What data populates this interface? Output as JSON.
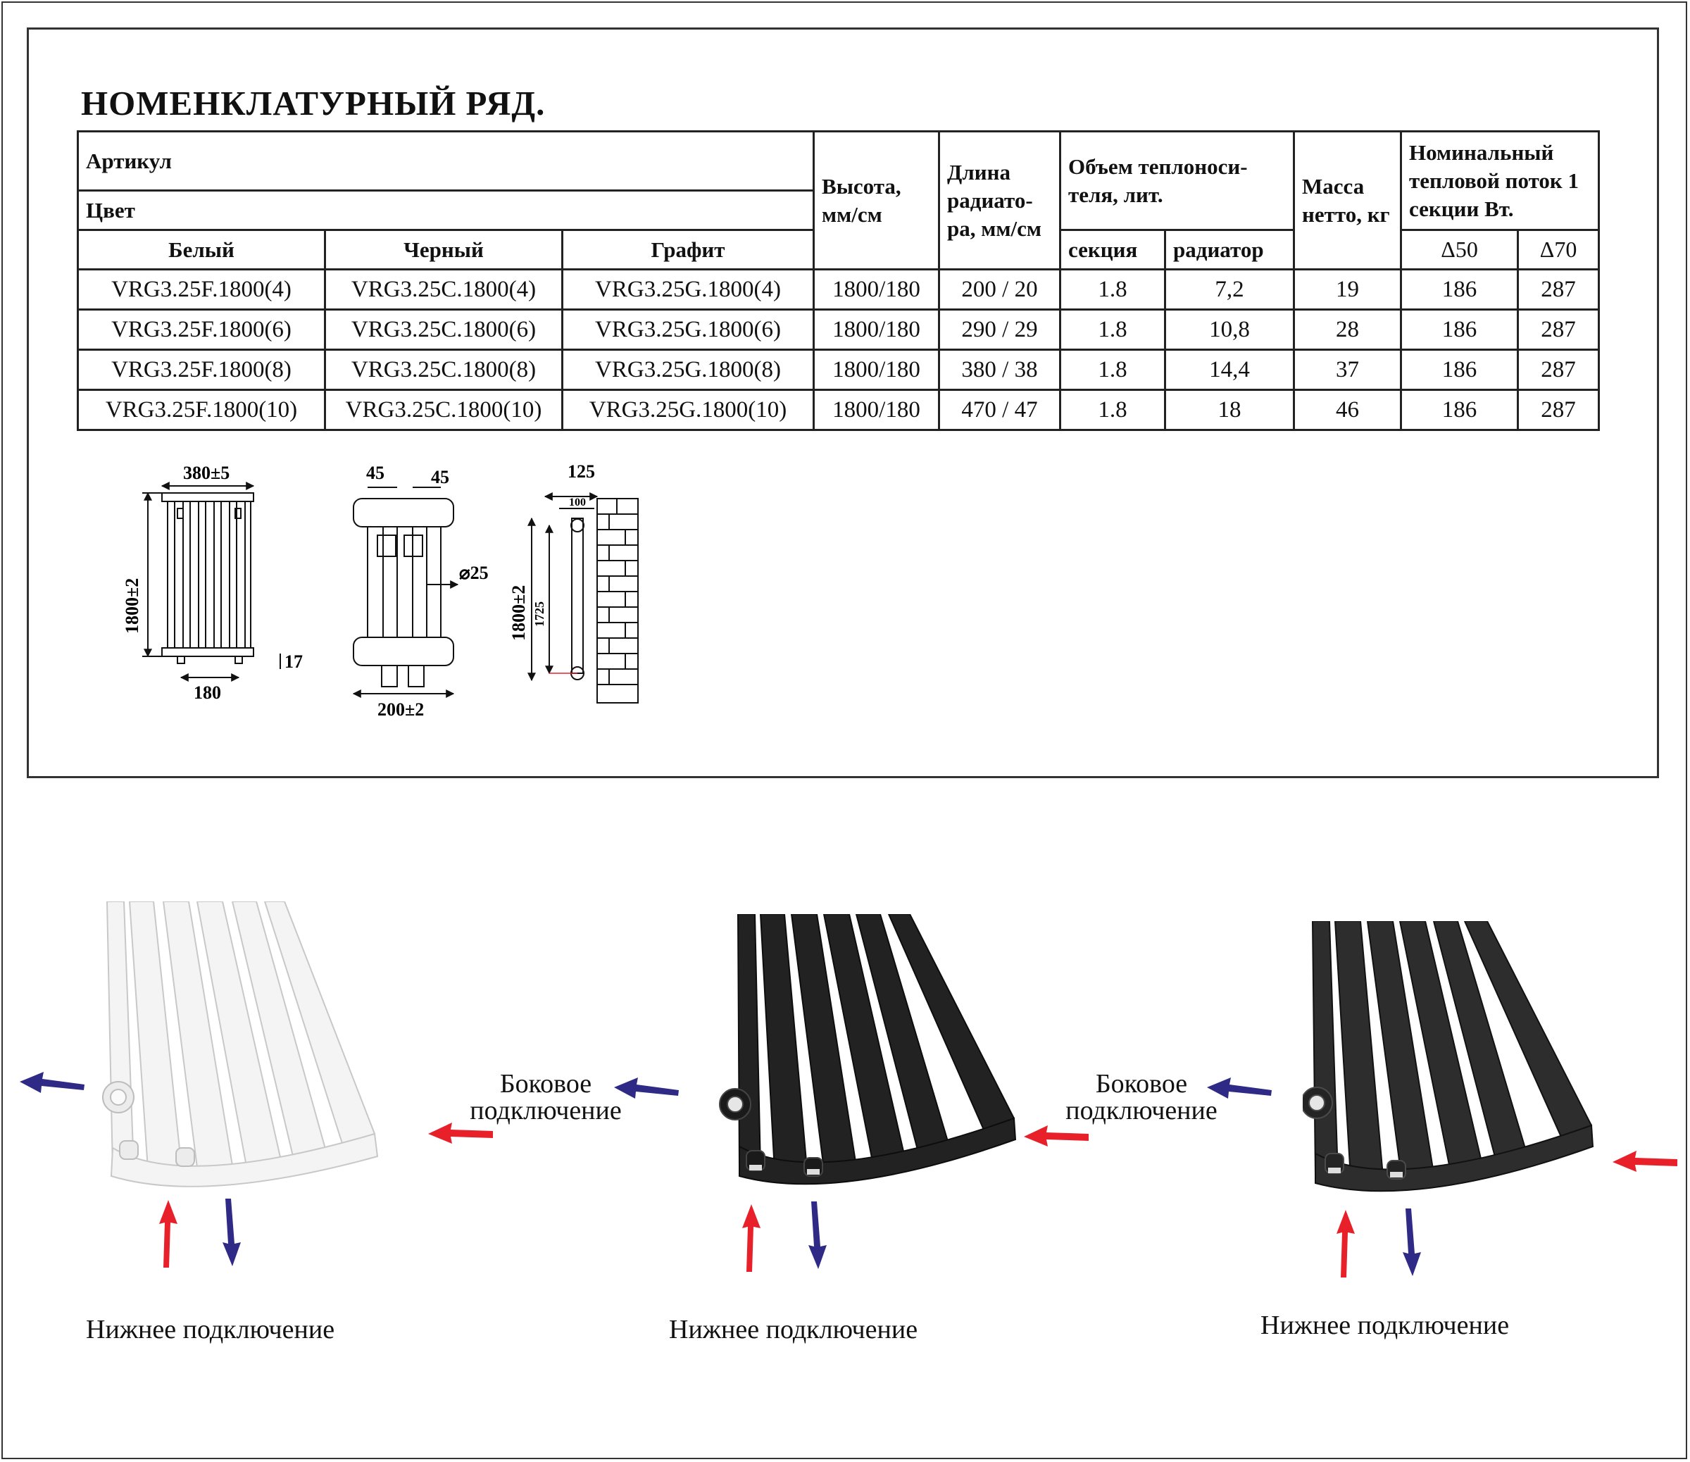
{
  "title": "НОМЕНКЛАТУРНЫЙ РЯД.",
  "table": {
    "headers": {
      "article": "Артикул",
      "color": "Цвет",
      "white": "Белый",
      "black": "Черный",
      "graphite": "Графит",
      "height": "Высота, мм/см",
      "length": "Длина радиато-ра, мм/см",
      "volume": "Объем теплоноси-теля, лит.",
      "section": "секция",
      "radiator": "радиатор",
      "mass": "Масса нетто, кг",
      "flow": "Номинальный тепловой поток 1 секции Вт.",
      "d50": "Δ50",
      "d70": "Δ70"
    },
    "rows": [
      {
        "white": "VRG3.25F.1800(4)",
        "black": "VRG3.25C.1800(4)",
        "graphite": "VRG3.25G.1800(4)",
        "height": "1800/180",
        "length": "200 / 20",
        "section": "1.8",
        "radiator": "7,2",
        "mass": "19",
        "d50": "186",
        "d70": "287"
      },
      {
        "white": "VRG3.25F.1800(6)",
        "black": "VRG3.25C.1800(6)",
        "graphite": "VRG3.25G.1800(6)",
        "height": "1800/180",
        "length": "290 / 29",
        "section": "1.8",
        "radiator": "10,8",
        "mass": "28",
        "d50": "186",
        "d70": "287"
      },
      {
        "white": "VRG3.25F.1800(8)",
        "black": "VRG3.25C.1800(8)",
        "graphite": "VRG3.25G.1800(8)",
        "height": "1800/180",
        "length": "380 / 38",
        "section": "1.8",
        "radiator": "14,4",
        "mass": "37",
        "d50": "186",
        "d70": "287"
      },
      {
        "white": "VRG3.25F.1800(10)",
        "black": "VRG3.25C.1800(10)",
        "graphite": "VRG3.25G.1800(10)",
        "height": "1800/180",
        "length": "470 / 47",
        "section": "1.8",
        "radiator": "18",
        "mass": "46",
        "d50": "186",
        "d70": "287"
      }
    ]
  },
  "drawings": {
    "front": {
      "width": "380±5",
      "height": "1800±2",
      "bottom": "180",
      "offset": "17"
    },
    "side": {
      "a": "45",
      "b": "45",
      "diameter": "⌀25",
      "width": "200±2"
    },
    "profile": {
      "depth": "125",
      "inner": "100",
      "height": "1800±2",
      "axis": "1725"
    }
  },
  "connections": {
    "side_line1": "Боковое",
    "side_line2": "подключение",
    "bottom": "Нижнее подключение"
  },
  "colors": {
    "hot": "#e8202a",
    "cold": "#2e2a86",
    "white_radiator": "#f2f2f2",
    "black_radiator": "#1e1e1e",
    "graphite_radiator": "#2b2b2b"
  }
}
